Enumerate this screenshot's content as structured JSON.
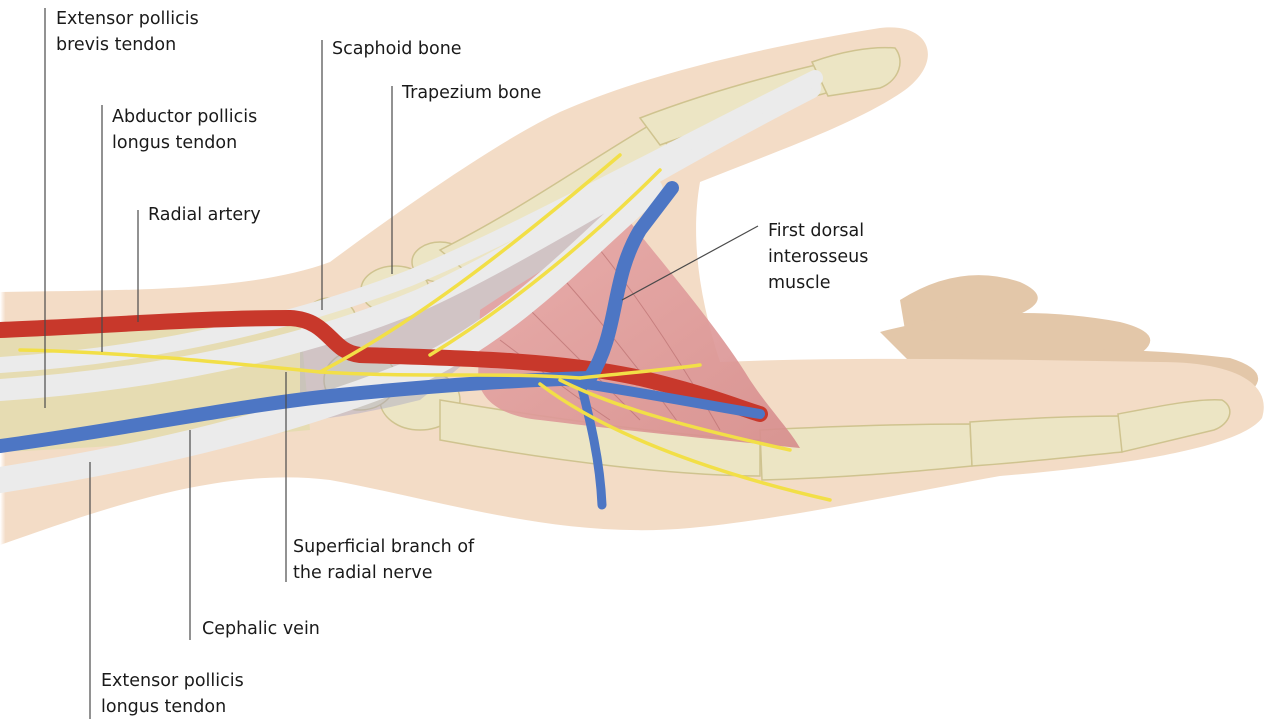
{
  "labels": {
    "epb": {
      "line1": "Extensor pollicis",
      "line2": "brevis tendon"
    },
    "apl": {
      "line1": "Abductor pollicis",
      "line2": "longus tendon"
    },
    "radial_artery": {
      "line1": "Radial artery"
    },
    "scaphoid": {
      "line1": "Scaphoid bone"
    },
    "trapezium": {
      "line1": "Trapezium bone"
    },
    "fdi": {
      "line1": "First dorsal",
      "line2": "interosseus",
      "line3": "muscle"
    },
    "srn": {
      "line1": "Superficial branch of",
      "line2": "the radial nerve"
    },
    "cephalic": {
      "line1": "Cephalic vein"
    },
    "epl": {
      "line1": "Extensor pollicis",
      "line2": "longus tendon"
    }
  },
  "colors": {
    "skin": "#f3dcc6",
    "skin_dark": "#e3c7a9",
    "bone": "#ece5c4",
    "bone_shadow": "#cfc38f",
    "tendon": "#ebebeb",
    "artery": "#c8382b",
    "vein": "#4d76c4",
    "nerve": "#f2df47",
    "muscle": "#dc9c9c",
    "membrane": "#a9a7c4"
  }
}
